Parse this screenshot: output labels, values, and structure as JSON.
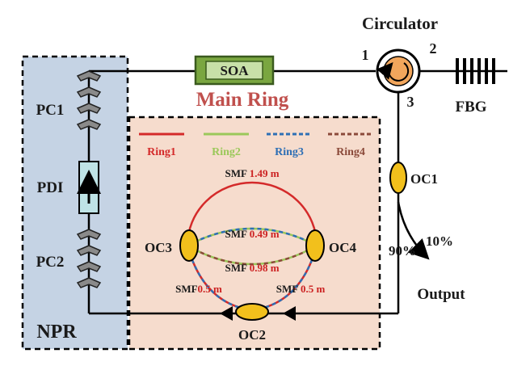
{
  "labels": {
    "circulator": "Circulator",
    "port1": "1",
    "port2": "2",
    "port3": "3",
    "fbg": "FBG",
    "soa": "SOA",
    "main_ring": "Main Ring",
    "pc1": "PC1",
    "pc2": "PC2",
    "pdi": "PDI",
    "npr": "NPR",
    "oc1": "OC1",
    "oc2": "OC2",
    "oc3": "OC3",
    "oc4": "OC4",
    "output": "Output",
    "pct_90": "90%",
    "pct_10": "10%"
  },
  "legend": [
    {
      "label": "Ring1",
      "color": "#d42a2a",
      "style": "solid"
    },
    {
      "label": "Ring2",
      "color": "#9bc85a",
      "style": "solid"
    },
    {
      "label": "Ring3",
      "color": "#2e6fb5",
      "style": "dashed"
    },
    {
      "label": "Ring4",
      "color": "#8b4a3a",
      "style": "dashed"
    }
  ],
  "smf": {
    "prefix": "SMF",
    "top": "1.49 m",
    "mid": "0.49 m",
    "low": "0.98 m",
    "left": "0.5 m",
    "right": "0.5 m"
  },
  "colors": {
    "npr_fill": "#c5d3e4",
    "ring_fill": "#f6dccd",
    "soa_fill": "#7aa640",
    "coupler_fill": "#f2c01c",
    "main_ring_text": "#c0504d",
    "smf_value": "#cc2222"
  }
}
